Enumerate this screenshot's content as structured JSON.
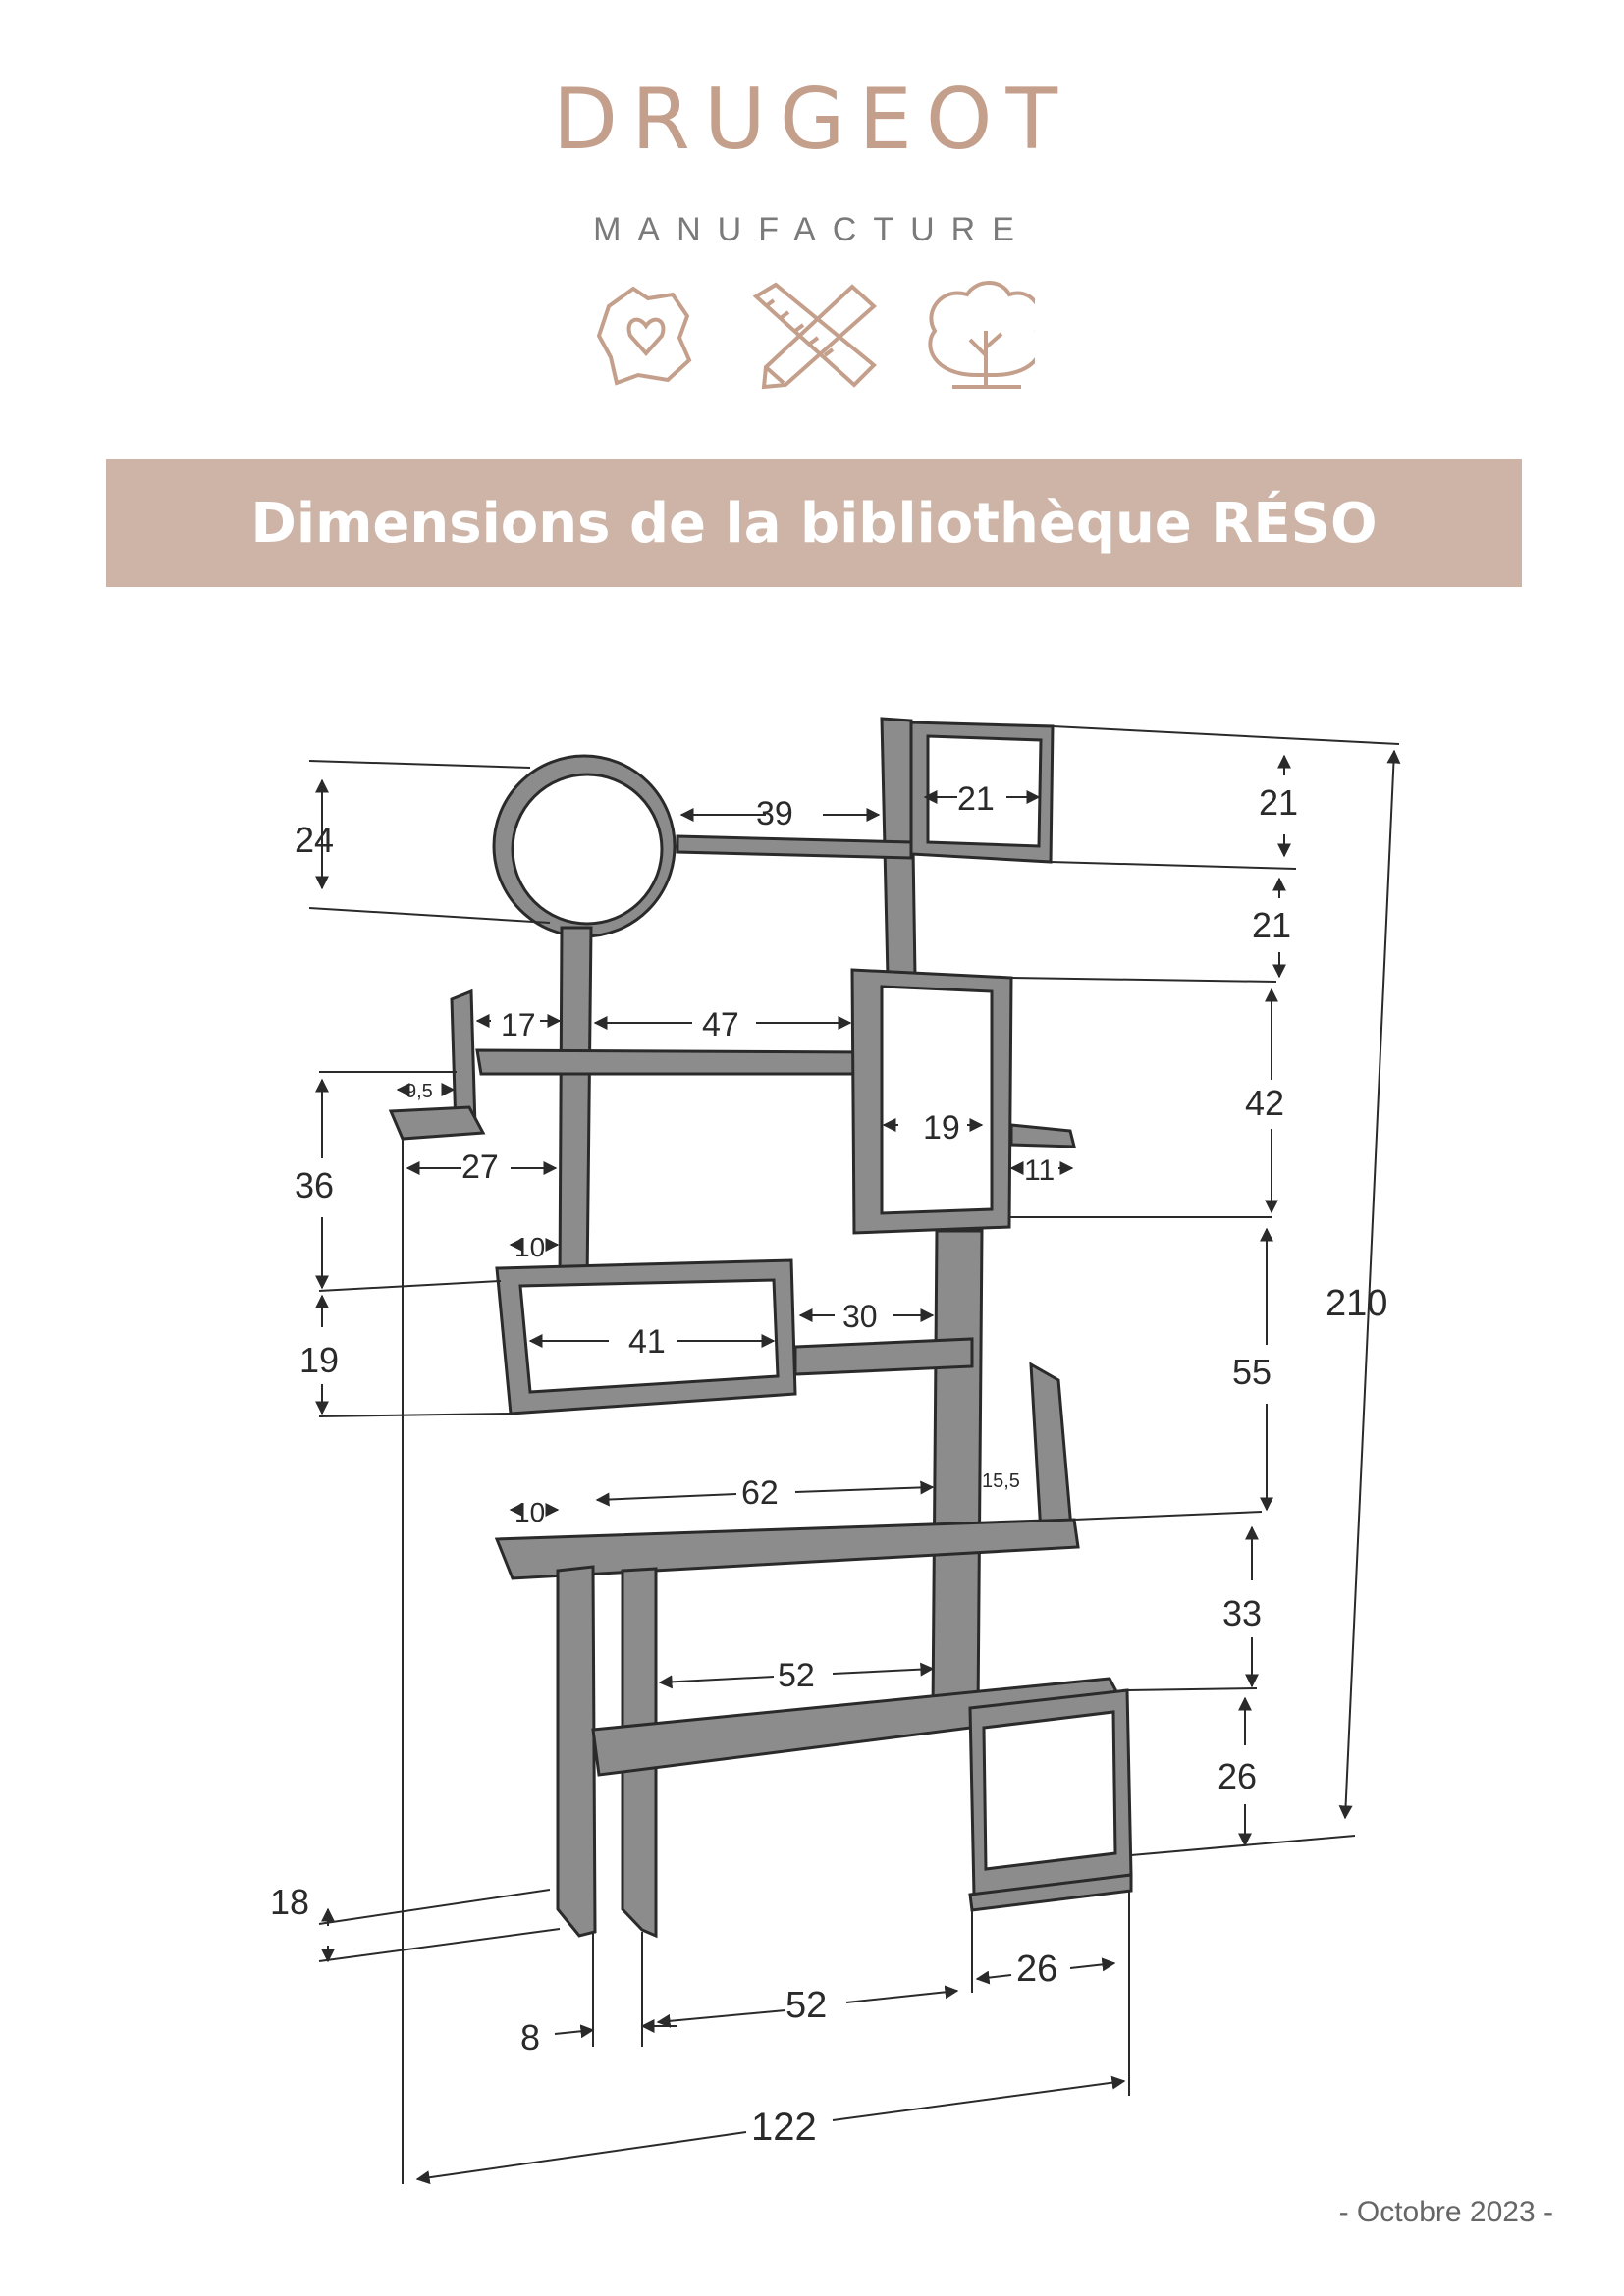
{
  "brand": {
    "name": "DRUGEOT",
    "subtitle": "MANUFACTURE"
  },
  "icons": [
    "france-heart-icon",
    "ruler-pencil-icon",
    "tree-icon"
  ],
  "colors": {
    "accent": "#c4a08c",
    "banner": "#cdb4a7",
    "line": "#2a2a2a",
    "wood": "#8a8a8a"
  },
  "title": "Dimensions de la bibliothèque RÉSO",
  "dimensions": {
    "d24": "24",
    "d39": "39",
    "d21w": "21",
    "d21h_top": "21",
    "d21h_mid": "21",
    "d17": "17",
    "d47": "47",
    "d42": "42",
    "d9_5": "9,5",
    "d19w": "19",
    "d11": "11",
    "d36": "36",
    "d27": "27",
    "d10a": "10",
    "d210": "210",
    "d30": "30",
    "d41": "41",
    "d19h": "19",
    "d55": "55",
    "d15_5": "15,5",
    "d62": "62",
    "d10b": "10",
    "d33": "33",
    "d52a": "52",
    "d26h": "26",
    "d18": "18",
    "d8": "8",
    "d52b": "52",
    "d26w": "26",
    "d122": "122"
  },
  "footer": "- Octobre 2023 -"
}
